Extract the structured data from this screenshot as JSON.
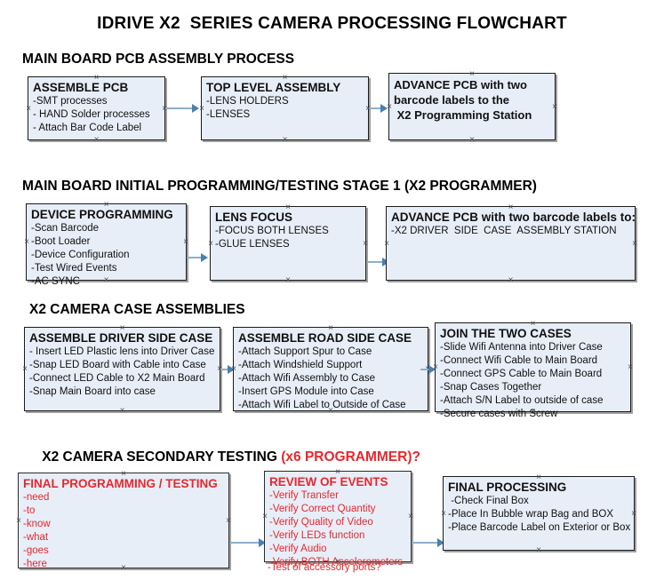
{
  "document": {
    "title": "IDRIVE X2  SERIES CAMERA PROCESSING FLOWCHART"
  },
  "sections": [
    {
      "id": "main-board-pcb-assembly",
      "heading": "MAIN BOARD PCB ASSEMBLY PROCESS",
      "heading_accent": ""
    },
    {
      "id": "main-board-initial-programming",
      "heading": "MAIN BOARD INITIAL PROGRAMMING/TESTING STAGE 1 (X2 PROGRAMMER)",
      "heading_accent": ""
    },
    {
      "id": "x2-camera-case-assemblies",
      "heading": "X2 CAMERA CASE ASSEMBLIES",
      "heading_accent": ""
    },
    {
      "id": "x2-camera-secondary-testing",
      "heading": "X2 CAMERA SECONDARY TESTING ",
      "heading_accent": "(x6 PROGRAMMER)?"
    }
  ],
  "nodes": {
    "assemble_pcb": {
      "title": "ASSEMBLE PCB",
      "lines": [
        "-SMT processes",
        "- HAND Solder processes",
        "- Attach Bar Code Label"
      ]
    },
    "top_level_assembly": {
      "title": "TOP LEVEL ASSEMBLY",
      "lines": [
        "-LENS HOLDERS",
        "-LENSES"
      ]
    },
    "advance_pcb_programming_station": {
      "title": "ADVANCE PCB with two",
      "lines": [
        "barcode labels to the",
        " X2 Programming Station"
      ]
    },
    "device_programming": {
      "title": "DEVICE PROGRAMMING",
      "lines": [
        "-Scan Barcode",
        "-Boot Loader",
        "-Device Configuration",
        "-Test Wired Events",
        "-AC SYNC"
      ]
    },
    "lens_focus": {
      "title": "LENS FOCUS",
      "lines": [
        "-FOCUS BOTH LENSES",
        "-GLUE LENSES"
      ]
    },
    "advance_pcb_driver_side": {
      "title": "ADVANCE PCB with two barcode labels to:",
      "lines": [
        "-X2 DRIVER  SIDE  CASE  ASSEMBLY STATION"
      ]
    },
    "assemble_driver_side_case": {
      "title": "ASSEMBLE DRIVER SIDE CASE",
      "lines": [
        "- Insert LED Plastic lens into Driver Case",
        "-Snap LED Board with Cable into Case",
        "-Connect LED Cable to X2 Main Board",
        "-Snap Main Board into case"
      ]
    },
    "assemble_road_side_case": {
      "title": "ASSEMBLE ROAD SIDE CASE",
      "lines": [
        "-Attach Support Spur to Case",
        "-Attach Windshield Support",
        "-Attach Wifi Assembly to Case",
        "-Insert GPS Module into Case",
        "-Attach Wifi Label to Outside of Case"
      ]
    },
    "join_the_two_cases": {
      "title": "JOIN THE TWO CASES",
      "lines": [
        "-Slide Wifi Antenna into Driver Case",
        "-Connect Wifi Cable to Main Board",
        "-Connect GPS Cable to Main Board",
        "-Snap Cases Together",
        "-Attach S/N Label to outside of case",
        "-Secure cases with Screw"
      ]
    },
    "final_programming_testing": {
      "title": "FINAL PROGRAMMING / TESTING",
      "lines": [
        "-need",
        "-to",
        "-know",
        "-what",
        "-goes",
        "-here"
      ]
    },
    "review_of_events": {
      "title": "REVIEW OF EVENTS",
      "lines": [
        "-Verify Transfer",
        "-Verify Correct Quantity",
        "-Verify Quality of Video",
        "-Verify LEDs function",
        "-Verify Audio",
        "-Verify BOTH Accelerometers"
      ],
      "overflow_line": "-Test of accessory ports?"
    },
    "final_processing": {
      "title": "FINAL PROCESSING",
      "lines": [
        " -Check Final Box",
        "-Place In Bubble wrap Bag and BOX",
        "-Place Barcode Label on Exterior or Box"
      ]
    }
  },
  "colors": {
    "node_fill": "#e8eef7",
    "node_border": "#1b1b1b",
    "connector": "#8fafc9",
    "arrow": "#4a7fae",
    "accent_red": "#e8272d",
    "text": "#111111"
  }
}
